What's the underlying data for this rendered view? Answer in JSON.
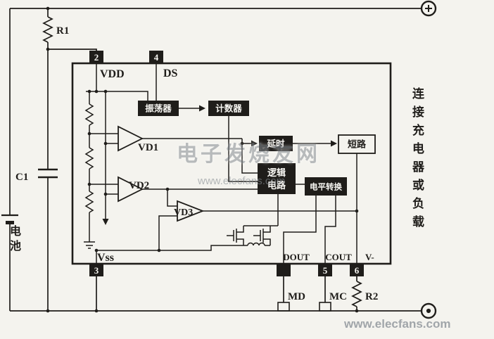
{
  "labels": {
    "r1": "R1",
    "c1": "C1",
    "r2": "R2",
    "battery": "电池",
    "vdd": "VDD",
    "ds": "DS",
    "vss": "Vss",
    "vd1": "VD1",
    "vd2": "VD2",
    "vd3": "VD3",
    "dout": "DOUT",
    "cout": "COUT",
    "v_minus": "V-",
    "md": "MD",
    "mc": "MC"
  },
  "pins": {
    "p2": "2",
    "p4": "4",
    "p3": "3",
    "p5": "5",
    "p6": "6"
  },
  "blocks": {
    "oscillator": "振荡器",
    "counter": "计数器",
    "delay": "延时",
    "short_circuit": "短路",
    "logic_line1": "逻辑",
    "logic_line2": "电路",
    "level_shift": "电平转换"
  },
  "side_note": {
    "text": "连接充电器或负载"
  },
  "watermark": {
    "brand": "电子发烧友网",
    "url_center": "www.elecfans.com",
    "url_corner": "www.elecfans.com"
  },
  "colors": {
    "ink": "#1f1d1a",
    "paper": "#f4f3ee",
    "watermark": "#8b9196"
  }
}
